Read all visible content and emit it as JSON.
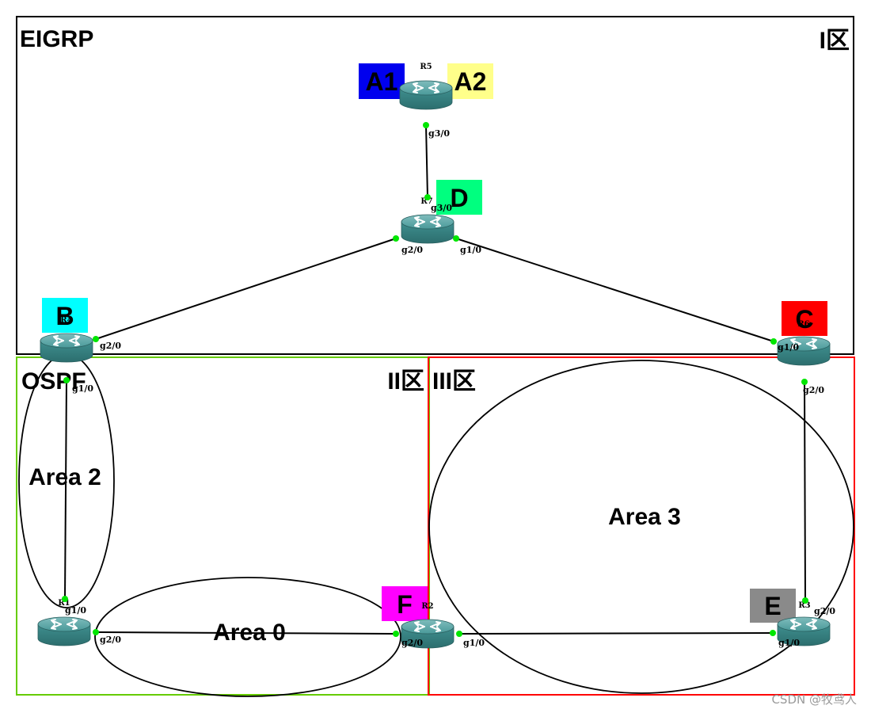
{
  "zones": {
    "eigrp": {
      "label": "EIGRP",
      "region": "I区"
    },
    "ospf": {
      "label": "OSPF",
      "region2": "II区",
      "region3": "III区"
    }
  },
  "areas": {
    "area0": "Area 0",
    "area2": "Area 2",
    "area3": "Area 3"
  },
  "routers": {
    "r5": {
      "name": "R5",
      "tags": [
        {
          "text": "A1",
          "color": "#0000ee"
        },
        {
          "text": "A2",
          "color": "#ffff8a"
        }
      ]
    },
    "r7": {
      "name": "R7",
      "tag": "D",
      "color": "#00ff7f"
    },
    "r4": {
      "name": "R4",
      "tag": "B",
      "color": "#00ffff"
    },
    "r6": {
      "name": "R6",
      "tag": "C",
      "color": "#ff0000"
    },
    "r1": {
      "name": "R1"
    },
    "r2": {
      "name": "R2",
      "tag": "F",
      "color": "#ff00ff"
    },
    "r3": {
      "name": "R3",
      "tag": "E",
      "color": "#8a8a8a"
    }
  },
  "interfaces": {
    "r5_down": "g3/0",
    "r7_up": "g3/0",
    "r7_left": "g2/0",
    "r7_right": "g1/0",
    "r4_right": "g2/0",
    "r4_down": "g1/0",
    "r6_left": "g1/0",
    "r6_down": "g2/0",
    "r1_up": "g1/0",
    "r1_right": "g2/0",
    "r2_left": "g2/0",
    "r2_right": "g1/0",
    "r3_up": "g2/0",
    "r3_left": "g1/0"
  },
  "colors": {
    "ospf_border_left": "#66cc00",
    "ospf_border_right": "#ff0000",
    "router_body": "#3f8f8f",
    "port": "#00e600"
  },
  "watermark": "CSDN @牧鸢人"
}
